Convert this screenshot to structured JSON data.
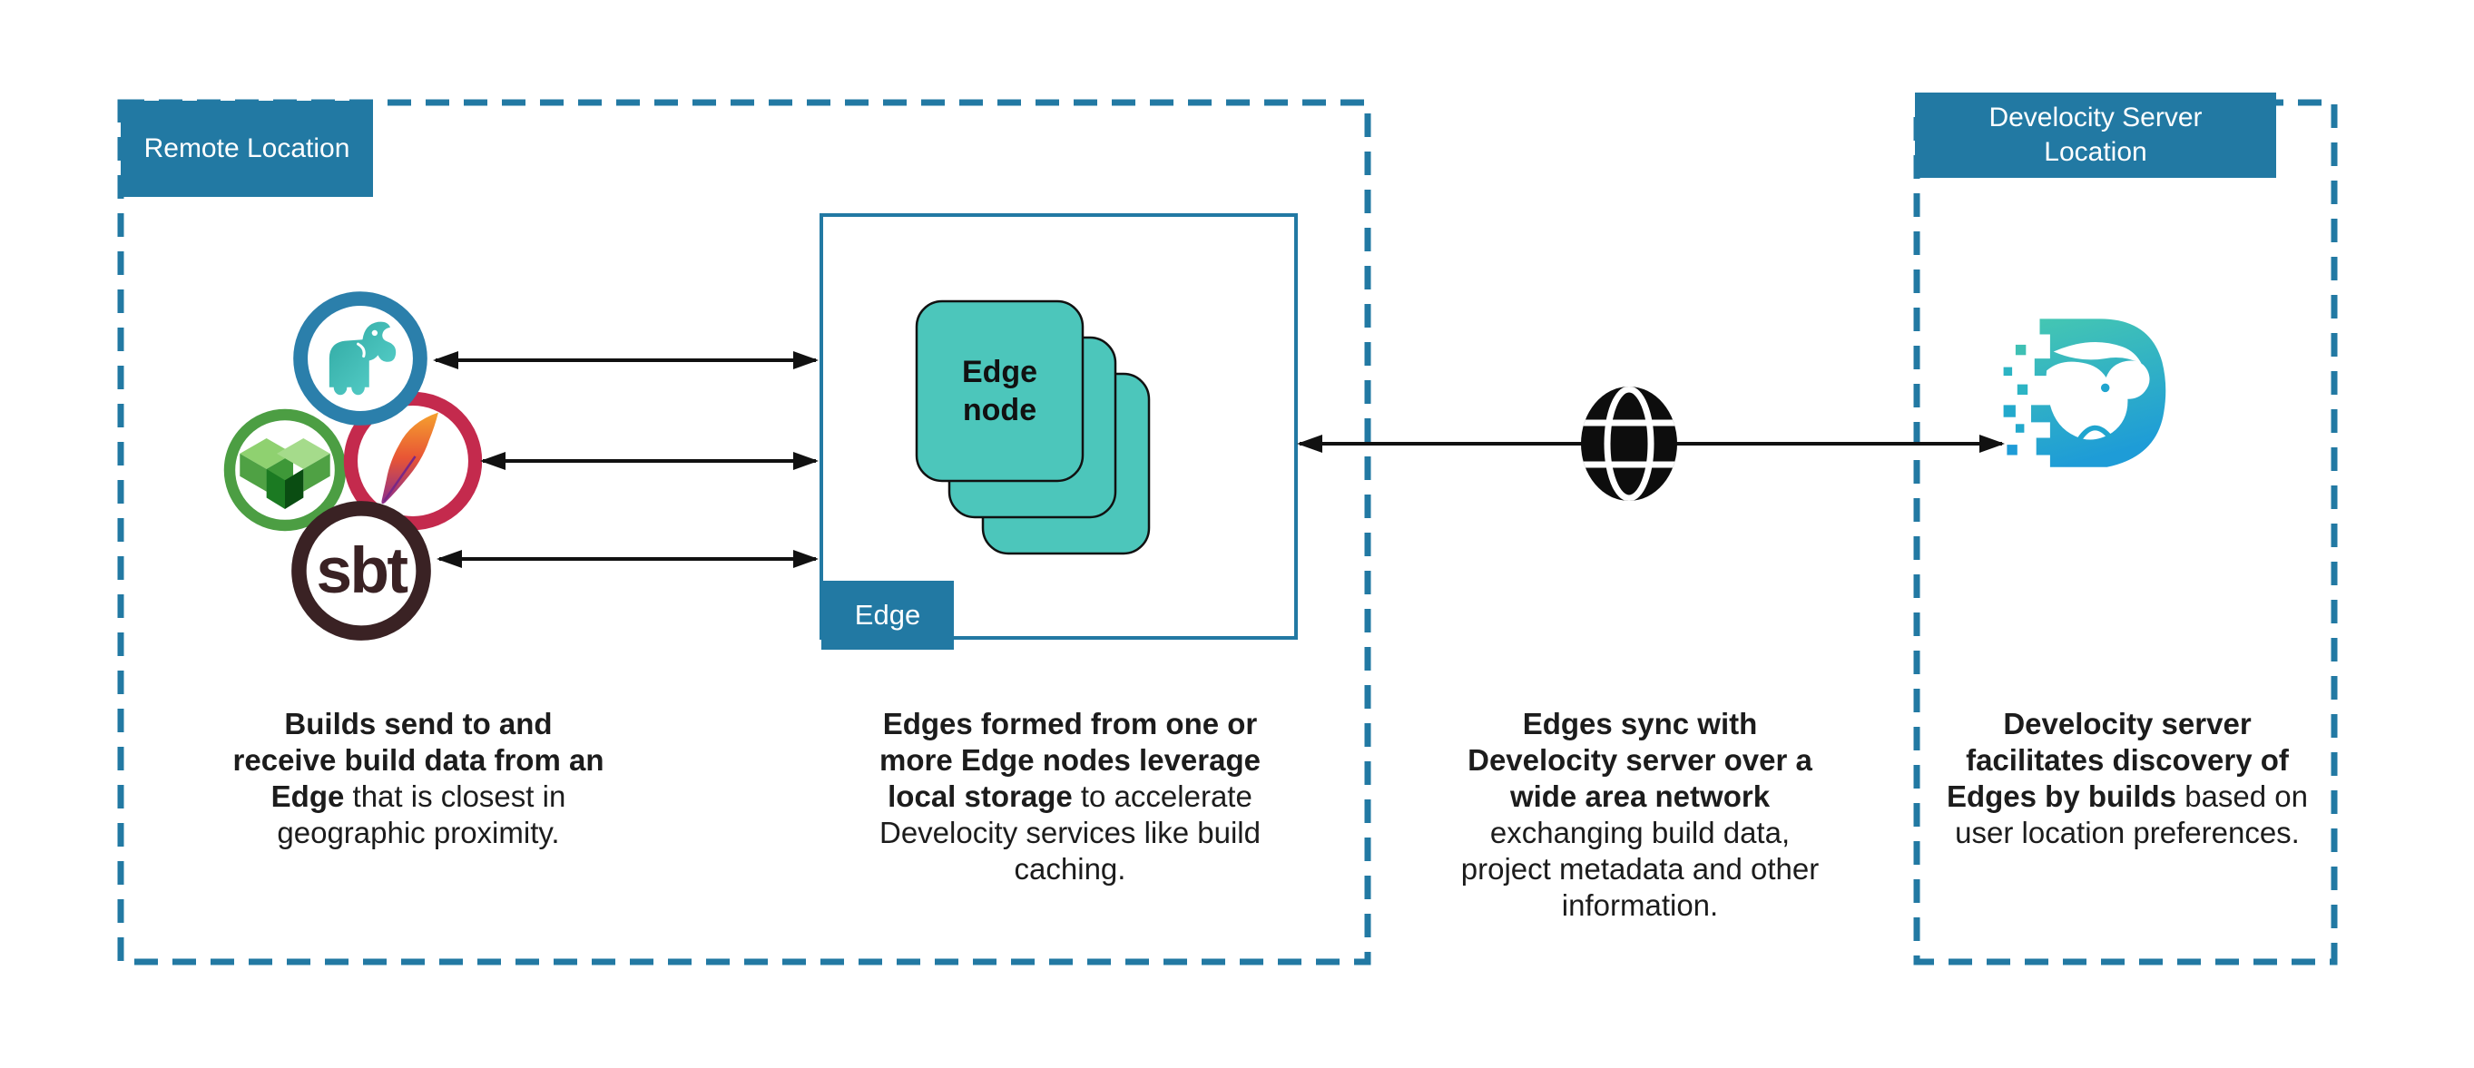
{
  "colors": {
    "accent_teal": "#2279A3",
    "edge_node_fill": "#4CC6BB",
    "arrow_black": "#111111",
    "text_black": "#1C1C1C",
    "develocity_gradient_top": "#45C7B2",
    "develocity_gradient_bottom": "#1E9CD7",
    "gradle_ring_blue": "#2B7FAB",
    "bazel_ring_green": "#4C9E43",
    "maven_ring_crimson": "#C42A4D",
    "sbt_ring_brown": "#3A2224"
  },
  "remote": {
    "title": "Remote Location",
    "sbt_text": "sbt",
    "caption_bold": "Builds send to and receive build data from an Edge",
    "caption_rest": " that is closest in geographic proximity."
  },
  "edge": {
    "label": "Edge",
    "node_label": "Edge\nnode",
    "caption_bold": "Edges formed from one or more Edge nodes leverage local storage",
    "caption_rest": " to accelerate Develocity services like build caching."
  },
  "network": {
    "caption_bold": "Edges sync with Develocity server over a wide area network",
    "caption_rest": " exchanging build data, project metadata and other information."
  },
  "server": {
    "title": "Develocity Server\nLocation",
    "caption_bold": "Develocity server facilitates discovery of Edges by builds",
    "caption_rest": " based on user location preferences."
  }
}
